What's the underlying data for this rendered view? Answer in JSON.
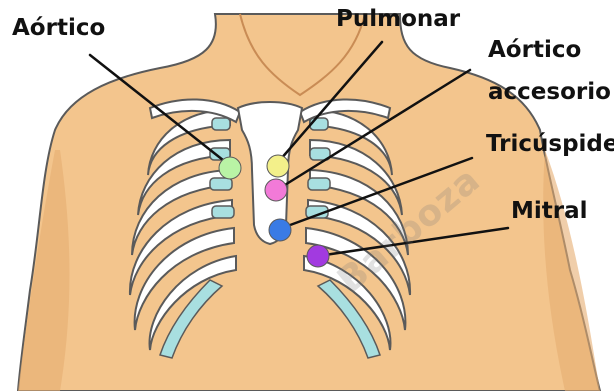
{
  "labels": {
    "aortico": "Aórtico",
    "pulmonar": "Pulmonar",
    "aortico_accesorio": "Aórtico accesorio",
    "tricuspide": "Tricúspide",
    "mitral": "Mitral"
  },
  "watermark": "Barboza",
  "colors": {
    "skin": "#f3c58d",
    "skin_shadow": "#d9a36a",
    "bone": "#ffffff",
    "bone_outline": "#5a5a5a",
    "cartilage": "#a8dfe0",
    "aortic_point": "#b9f3a5",
    "pulmonary_point": "#f3f08a",
    "accessory_aortic_point": "#f27ad8",
    "tricuspid_point": "#3a7be5",
    "mitral_point": "#a23ae0",
    "leader_line": "#111111"
  }
}
